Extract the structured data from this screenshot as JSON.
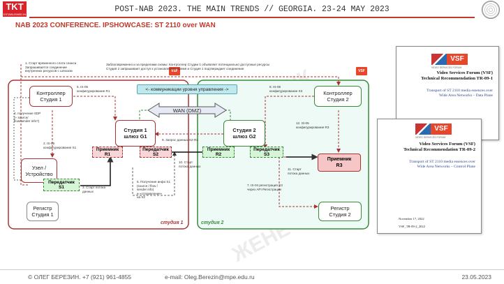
{
  "header": {
    "logo_text": "TKT",
    "logo_sub": "ESTABLISHED IN 1987",
    "title": "POST-NAB 2023. THE MAIN TRENDS // GEORGIA. 23-24 MAY 2023"
  },
  "slide_title": "NAB 2023 CONFERENCE. IPSHOWCASE: ST 2110 over WAN",
  "diagram": {
    "controller1": "Контроллер\nСтудия 1",
    "controller2": "Контроллер\nСтудия 2",
    "gateway1": "Студия 1\nшлюз G1",
    "gateway2": "Студия 2\nшлюз G2",
    "node": "Узел /\nУстройство",
    "registry1": "Регистр\nСтудия 1",
    "registry2": "Регистр\nСтудия 2",
    "tx_s1": "Передатчик\nS1",
    "rx_r1": "Приемник\nR1",
    "tx_s2": "Передатчик\nS2",
    "rx_r2": "Приемник\nR2",
    "tx_s3": "Передатчик\nS3",
    "rx_r3": "Приемник\nR3",
    "control_bar": "<- коммуникации уровня управления ->",
    "wan": "WAN (DMZ)",
    "studio1_label": "студия 1",
    "studio2_label": "студия 2",
    "step1": "1. Старт временного слота сеанса\nЗапрашивается соединение\nвнутренних ресурсов с шлюзом",
    "top_note": "Заблаговременно и за пределами схемы: Контроллер Студии 1 объявляет потенциально доступные ресурсы\nСтудия 2 запрашивает доступ к установленное время и Студия 1 подтверждает соединение",
    "step5": "5. IS-05\nконфигурирование R1",
    "step8": "8. IS-05\nконфигурирование S3",
    "step4": "4. получение SDP\n(+ source/\nflow/sender info?)",
    "step2": "2. IS-05\nконфигурирование S1",
    "step9": "9. Запрос данных S2-R2",
    "step12": "12. IS-05\nконфигурирование R3",
    "step10": "10. Старт\nпотока данных",
    "step11": "11. Старт\nпотока данных",
    "step3": "3. Старт потока\nданных",
    "step6": "6. Получение инфо S1\n(source / flow /\nsender info)\nи «отправление»\nна S2",
    "step7": "7. IS-04 регистрация S3\nчерез API Регистрации"
  },
  "doc1": {
    "logo": "VSF",
    "logo_sub": "VIDEO SERVICES FORUM",
    "title": "Video Services Forum (VSF)\nTechnical Recommendation TR-09-1",
    "subtitle": "Transport of ST 2110 media essences over\nWide Area Networks – Data Plane"
  },
  "doc2": {
    "logo": "VSF",
    "logo_sub": "VIDEO SERVICES FORUM",
    "title": "Video Services Forum (VSF)\nTechnical Recommendation TR-09-2",
    "subtitle": "Transport of ST 2110 media essences over\nWide Area Networks – Control Plane",
    "date": "November 17, 2022",
    "code": "VSF_TR-09-2_2022"
  },
  "footer": {
    "author": "© ОЛЕГ БЕРЕЗИН. +7 (921) 961-4855",
    "email": "e-mail: Oleg.Berezin@mpe.edu.ru",
    "date": "23.05.2023"
  },
  "colors": {
    "red": "#c0392b",
    "green": "#3a8a3a",
    "teal": "#bfe8ef",
    "light_green": "#d6f5d6",
    "pink": "#f6c6c6"
  }
}
